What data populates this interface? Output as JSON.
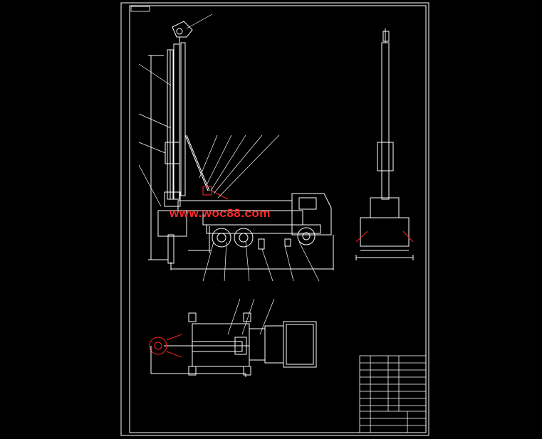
{
  "watermark": {
    "text": "www.woc88.com",
    "color": "#ff2a2a"
  },
  "colors": {
    "background": "#000000",
    "line": "#ffffff",
    "dim": "#ffff00",
    "accent": "#ff0000"
  },
  "views": [
    "side-elevation",
    "front-elevation",
    "plan-view"
  ]
}
